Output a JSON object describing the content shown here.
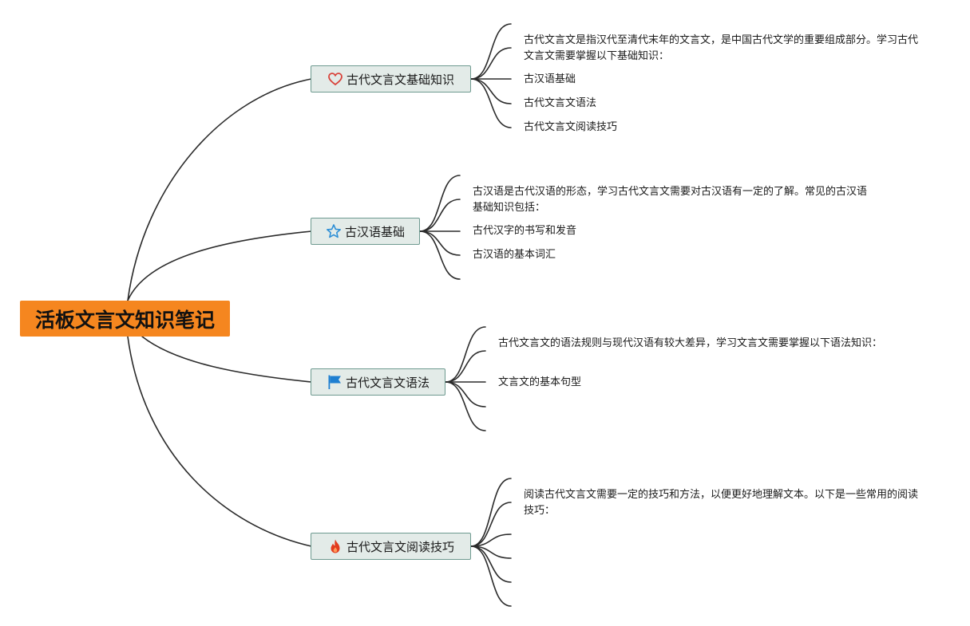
{
  "root": {
    "label": "活板文言文知识笔记"
  },
  "topics": [
    {
      "label": "古代文言文基础知识",
      "icon": "heart-icon",
      "color": "#d9433b",
      "subs": [
        "古代文言文是指汉代至清代末年的文言文，是中国古代文学的重要组成部分。学习古代文言文需要掌握以下基础知识：",
        "古汉语基础",
        "古代文言文语法",
        "古代文言文阅读技巧"
      ]
    },
    {
      "label": "古汉语基础",
      "icon": "star-icon",
      "color": "#2e8fd6",
      "subs": [
        "古汉语是古代汉语的形态，学习古代文言文需要对古汉语有一定的了解。常见的古汉语基础知识包括：",
        "古代汉字的书写和发音",
        "古汉语的基本词汇"
      ]
    },
    {
      "label": "古代文言文语法",
      "icon": "flag-icon",
      "color": "#1f7fd1",
      "subs": [
        "古代文言文的语法规则与现代汉语有较大差异，学习文言文需要掌握以下语法知识：",
        "文言文的基本句型"
      ]
    },
    {
      "label": "古代文言文阅读技巧",
      "icon": "flame-icon",
      "color": "#e23b1e",
      "subs": [
        "阅读古代文言文需要一定的技巧和方法，以便更好地理解文本。以下是一些常用的阅读技巧："
      ]
    }
  ]
}
